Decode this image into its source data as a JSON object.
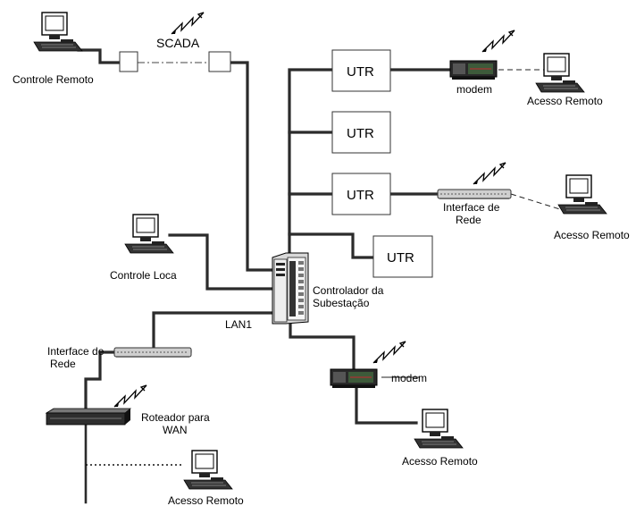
{
  "labels": {
    "scada": "SCADA",
    "controle_remoto": "Controle Remoto",
    "controle_local": "Controle Loca",
    "utr_1": "UTR",
    "utr_2": "UTR",
    "utr_3": "UTR",
    "utr_4": "UTR",
    "modem_top": "modem",
    "modem_bottom": "modem",
    "acesso_remoto_1": "Acesso Remoto",
    "acesso_remoto_2": "Acesso Remoto",
    "acesso_remoto_3": "Acesso Remoto",
    "acesso_remoto_4": "Acesso Remoto",
    "interface_rede_top_1": "Interface de",
    "interface_rede_top_2": "Rede",
    "interface_rede_left_1": "Interface de",
    "interface_rede_left_2": "Rede",
    "controlador_1": "Controlador da",
    "controlador_2": "Subestação",
    "lan": "LAN1",
    "roteador_1": "Roteador para",
    "roteador_2": "WAN"
  },
  "icons": {
    "computer": "computer-icon",
    "modem": "modem-icon",
    "wireless": "lightning-signal-icon",
    "server": "server-tower-icon",
    "router": "router-icon"
  }
}
